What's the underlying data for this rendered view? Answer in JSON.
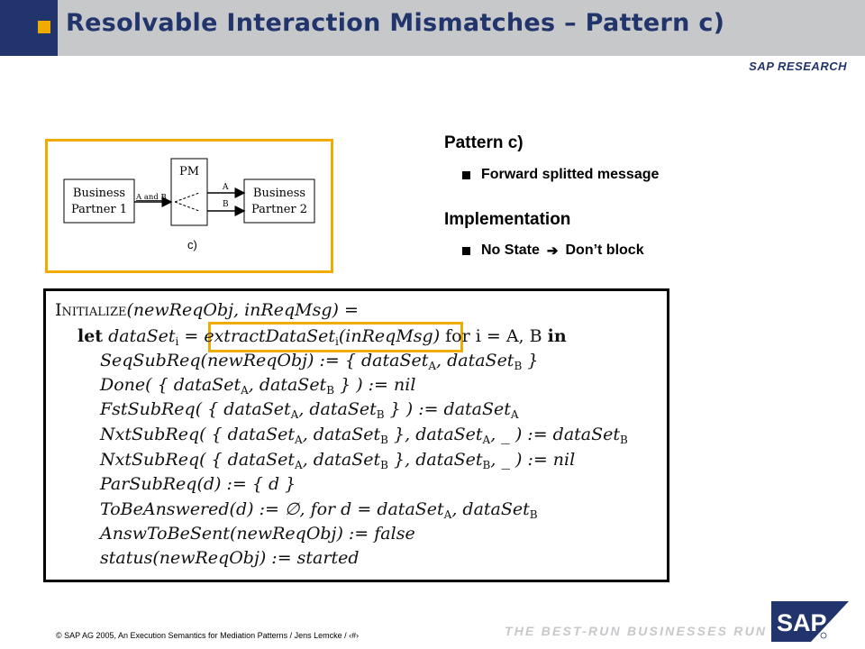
{
  "header": {
    "title": "Resolvable Interaction Mismatches – Pattern c)",
    "brand": "SAP RESEARCH"
  },
  "diagram": {
    "partner1_line1": "Business",
    "partner1_line2": "Partner 1",
    "pm_label": "PM",
    "partner2_line1": "Business",
    "partner2_line2": "Partner 2",
    "incoming_label": "A and B",
    "out_label_a": "A",
    "out_label_b": "B",
    "caption": "c)"
  },
  "content": {
    "heading1": "Pattern c)",
    "bullet1": "Forward splitted message",
    "heading2": "Implementation",
    "bullet2_part1": "No State",
    "bullet2_part2": "Don’t block"
  },
  "formula": {
    "l1_name": "Initialize",
    "l1_args": "(newReqObj, inReqMsg) =",
    "l2_let": "let",
    "l2_a": "dataSet",
    "l2_a_sub": "i",
    "l2_b": " = ",
    "l2_c": "extractDataSet",
    "l2_c_sub": "i",
    "l2_d": "(inReqMsg)",
    "l2_e": "  for  i = A, B  ",
    "l2_in": "in",
    "l3": "SeqSubReq(newReqObj) := { dataSet",
    "l3_sub1": "A",
    "l3_mid": ", dataSet",
    "l3_sub2": "B",
    "l3_end": " }",
    "l4": "Done( { dataSet",
    "l4_sub1": "A",
    "l4_mid": ", dataSet",
    "l4_sub2": "B",
    "l4_end": " } ) := nil",
    "l5": "FstSubReq( { dataSet",
    "l5_sub1": "A",
    "l5_mid": ", dataSet",
    "l5_sub2": "B",
    "l5_mid2": " } ) := dataSet",
    "l5_sub3": "A",
    "l6": "NxtSubReq( { dataSet",
    "l6_sub1": "A",
    "l6_mid": ", dataSet",
    "l6_sub2": "B",
    "l6_mid2": " }, dataSet",
    "l6_sub3": "A",
    "l6_mid3": ",  _ ) := dataSet",
    "l6_sub4": "B",
    "l7": "NxtSubReq( { dataSet",
    "l7_sub1": "A",
    "l7_mid": ", dataSet",
    "l7_sub2": "B",
    "l7_mid2": " }, dataSet",
    "l7_sub3": "B",
    "l7_mid3": ",  _ ) := nil",
    "l8": "ParSubReq(d) := { d }",
    "l9": "ToBeAnswered(d) := ∅,   for  d = dataSet",
    "l9_sub1": "A",
    "l9_mid": ", dataSet",
    "l9_sub2": "B",
    "l10": "AnswToBeSent(newReqObj) := false",
    "l11": "status(newReqObj) := started"
  },
  "footer": {
    "copyright": "©  SAP AG 2005, An Execution Semantics for Mediation Patterns / Jens Lemcke / ‹#›",
    "tagline": "THE BEST-RUN BUSINESSES RUN SAP",
    "logo_text": "SAP"
  },
  "colors": {
    "navy": "#21346b",
    "gold": "#f0ab00",
    "title_bar": "#c6c8ca"
  }
}
